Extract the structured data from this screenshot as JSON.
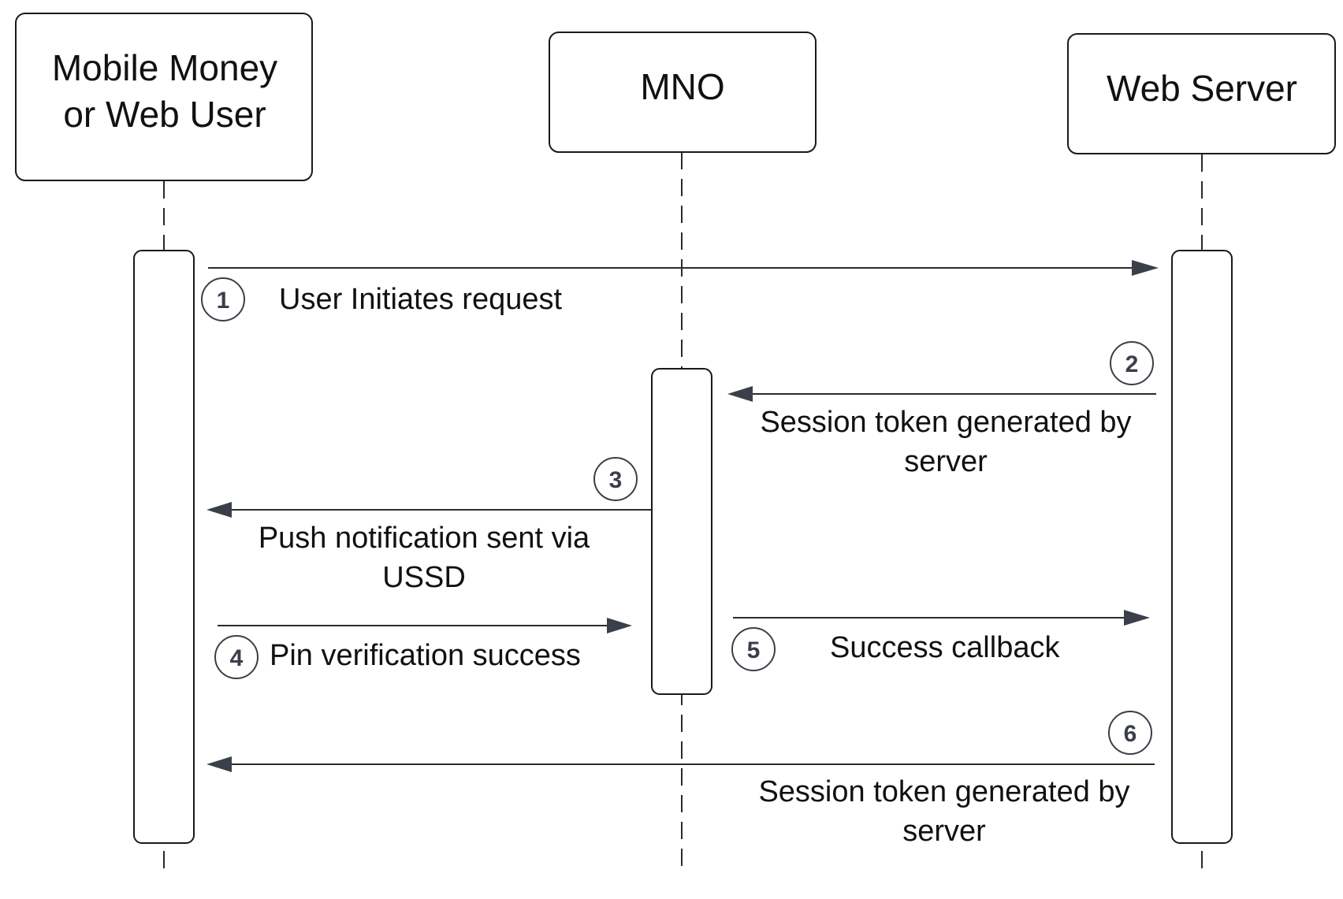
{
  "participants": [
    {
      "id": "user",
      "title": [
        "Mobile Money",
        "or Web User"
      ]
    },
    {
      "id": "mno",
      "title": [
        "MNO"
      ]
    },
    {
      "id": "server",
      "title": [
        "Web Server"
      ]
    }
  ],
  "messages": [
    {
      "step": "1",
      "from": "user",
      "to": "server",
      "label": [
        "User Initiates request"
      ]
    },
    {
      "step": "2",
      "from": "server",
      "to": "mno",
      "label": [
        "Session token generated by",
        "server"
      ]
    },
    {
      "step": "3",
      "from": "mno",
      "to": "user",
      "label": [
        "Push notification sent via",
        "USSD"
      ]
    },
    {
      "step": "4",
      "from": "user",
      "to": "mno",
      "label": [
        "Pin verification success"
      ]
    },
    {
      "step": "5",
      "from": "mno",
      "to": "server",
      "label": [
        "Success callback"
      ]
    },
    {
      "step": "6",
      "from": "server",
      "to": "user",
      "label": [
        "Session token generated by",
        "server"
      ]
    }
  ],
  "colors": {
    "line": "#2b2b2b",
    "arrowhead": "#3a3f4a",
    "text": "#111111"
  }
}
